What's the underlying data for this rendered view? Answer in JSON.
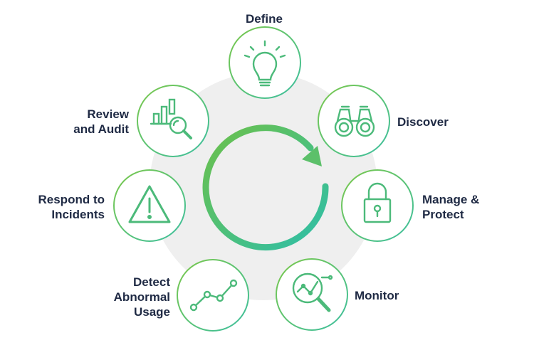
{
  "colors": {
    "ring_green": "#5bbf5b",
    "ring_teal": "#3fbfa5",
    "background_disc": "#efefef",
    "label_text": "#1f2a44",
    "icon_stroke": "#4cba7a"
  },
  "steps": [
    {
      "label": "Define",
      "icon": "lightbulb-icon"
    },
    {
      "label": "Discover",
      "icon": "binoculars-icon"
    },
    {
      "label": "Manage &\nProtect",
      "icon": "padlock-icon"
    },
    {
      "label": "Monitor",
      "icon": "magnifier-chart-icon"
    },
    {
      "label": "Detect\nAbnormal\nUsage",
      "icon": "line-chart-icon"
    },
    {
      "label": "Respond to\nIncidents",
      "icon": "warning-triangle-icon"
    },
    {
      "label": "Review\nand Audit",
      "icon": "bar-chart-search-icon"
    }
  ]
}
